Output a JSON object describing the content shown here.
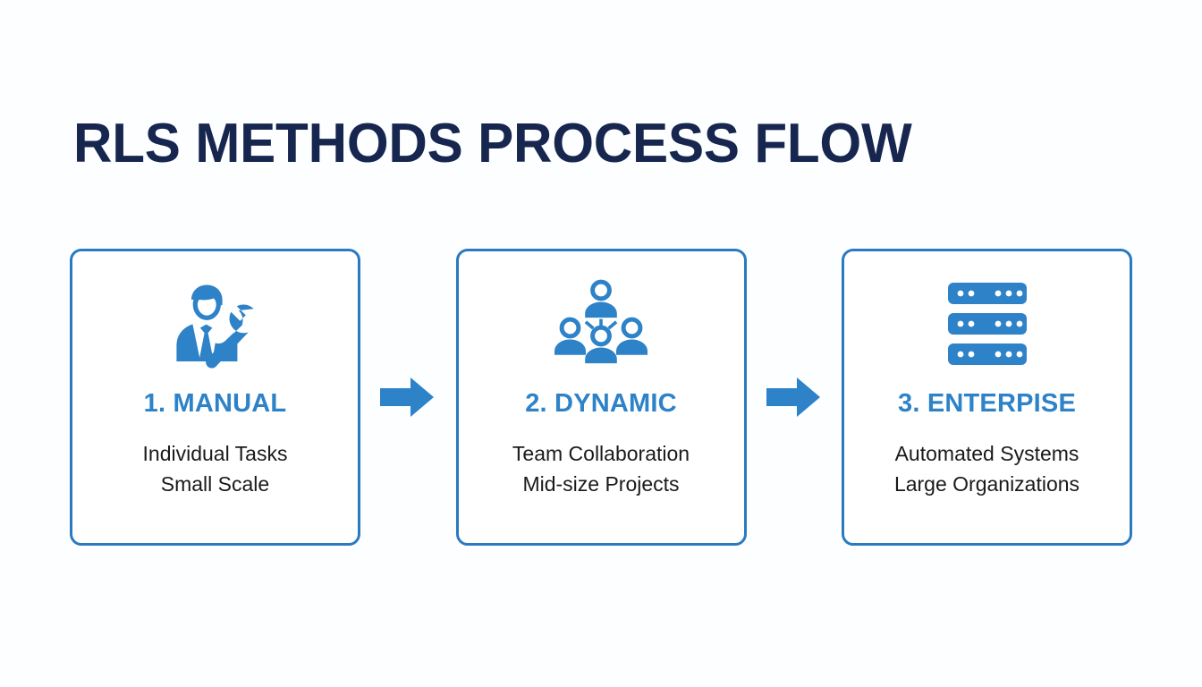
{
  "slide": {
    "title": "RLS METHODS PROCESS FLOW",
    "background_color": "#fdfeff",
    "title_color": "#17264f",
    "accent_color": "#2d82c8",
    "card_border_color": "#2a7ac0",
    "body_text_color": "#1a1a1a"
  },
  "flow": {
    "steps": [
      {
        "icon": "technician-wrench-icon",
        "heading": "1. MANUAL",
        "line1": "Individual Tasks",
        "line2": "Small Scale"
      },
      {
        "icon": "team-network-icon",
        "heading": "2. DYNAMIC",
        "line1": "Team Collaboration",
        "line2": "Mid-size Projects"
      },
      {
        "icon": "server-rack-icon",
        "heading": "3. ENTERPISE",
        "line1": "Automated Systems",
        "line2": "Large Organizations"
      }
    ],
    "connectors": [
      {
        "icon": "arrow-right-icon"
      },
      {
        "icon": "arrow-right-icon"
      }
    ]
  }
}
